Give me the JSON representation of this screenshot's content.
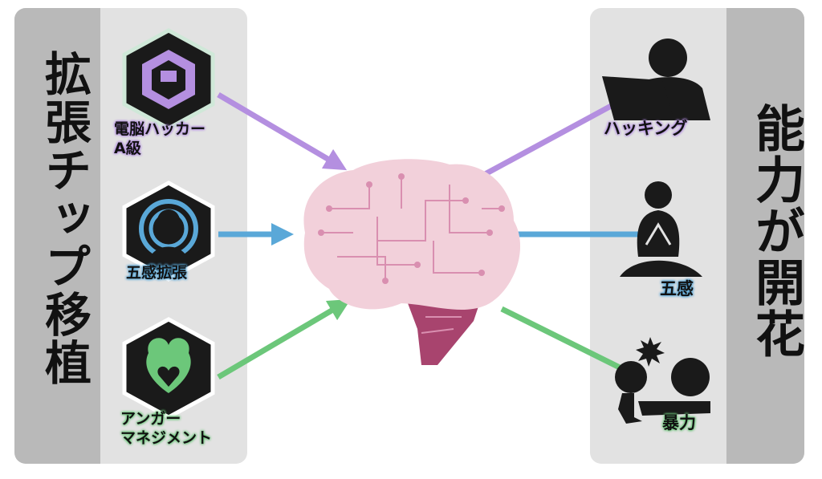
{
  "left_panel": {
    "title": "拡張チップ移植",
    "chips": [
      {
        "label_line1": "電脳ハッカー",
        "label_line2": "A級",
        "icon": "hacker-chip-icon",
        "color": "#b48fe0"
      },
      {
        "label_line1": "五感拡張",
        "icon": "senses-chip-icon",
        "color": "#5aa8d8"
      },
      {
        "label_line1": "アンガー",
        "label_line2": "マネジメント",
        "icon": "anger-chip-icon",
        "color": "#6cc77a"
      }
    ]
  },
  "center": {
    "icon": "brain-circuit-icon",
    "brain_color": "#f2d0da",
    "cerebellum_color": "#a8446e"
  },
  "right_panel": {
    "title": "能力が開花",
    "abilities": [
      {
        "label": "ハッキング",
        "icon": "laptop-person-icon"
      },
      {
        "label": "五感",
        "icon": "meditating-person-icon"
      },
      {
        "label": "暴力",
        "icon": "punching-person-icon"
      }
    ]
  }
}
